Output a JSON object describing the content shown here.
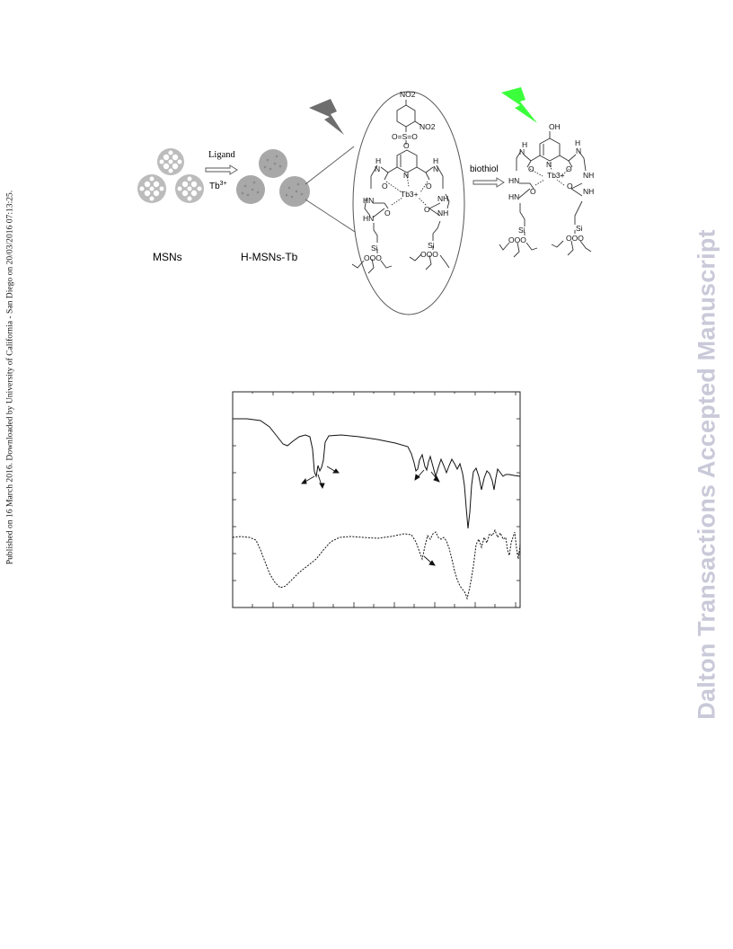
{
  "side_note": "Published on 16 March 2016. Downloaded by University of California - San Diego on 20/03/2016 07:13:25.",
  "watermark": "Dalton Transactions Accepted Manuscript",
  "scheme": {
    "label_msns": "MSNs",
    "label_hmsns": "H-MSNs-Tb",
    "arrow_top": "Ligand",
    "arrow_bottom_base": "Tb",
    "arrow_bottom_sup": "3+",
    "biothiol": "biothiol",
    "atoms_left": {
      "no2_top": "NO2",
      "no2_right": "NO2",
      "sulfonyl": "O=S=O",
      "oxygen": "O",
      "n_pyridine": "N",
      "tb": "Tb3+",
      "h_left": "H",
      "n_left": "N",
      "h_right": "H",
      "n_right": "N",
      "o_left": "O",
      "o_right": "O",
      "hn_1": "HN",
      "hn_2": "HN",
      "nh_1": "NH",
      "nh_2": "NH",
      "o_urea_left": "O",
      "o_urea_right": "O",
      "si_left": "Si",
      "si_right": "Si",
      "ooo_left": "OOO",
      "ooo_right": "OOO"
    },
    "atoms_right": {
      "oh": "OH",
      "n_pyridine": "N",
      "tb": "Tb3+",
      "h_left": "H",
      "n_left": "N",
      "h_right": "H",
      "n_right": "N",
      "o_left": "O",
      "o_right": "O",
      "hn_1": "HN",
      "hn_2": "HN",
      "nh_1": "NH",
      "nh_2": "NH",
      "o_urea_left": "O",
      "o_urea_right": "O",
      "si_left": "Si",
      "si_right": "Si",
      "ooo_left": "OOO",
      "ooo_right": "OOO"
    }
  },
  "colors": {
    "bolt_left": "#6e6e6e",
    "bolt_right": "#3cff3c",
    "nanoparticle": "#bcbcbc",
    "watermark": "#c9c9d9"
  },
  "spectrum_figure": {
    "curves": [
      {
        "name": "",
        "style": "solid"
      },
      {
        "name": "",
        "style": "dotted"
      }
    ]
  }
}
